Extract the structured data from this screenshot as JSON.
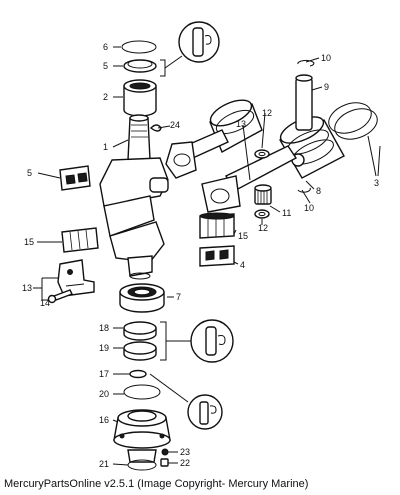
{
  "callouts": [
    "1",
    "2",
    "3",
    "4",
    "5",
    "5",
    "6",
    "7",
    "8",
    "9",
    "10",
    "10",
    "11",
    "12",
    "12",
    "13",
    "13",
    "14",
    "15",
    "15",
    "16",
    "17",
    "18",
    "19",
    "20",
    "21",
    "22",
    "23",
    "24"
  ],
  "caption": "MercuryPartsOnline v2.5.1 (Image Copyright- Mercury Marine)"
}
